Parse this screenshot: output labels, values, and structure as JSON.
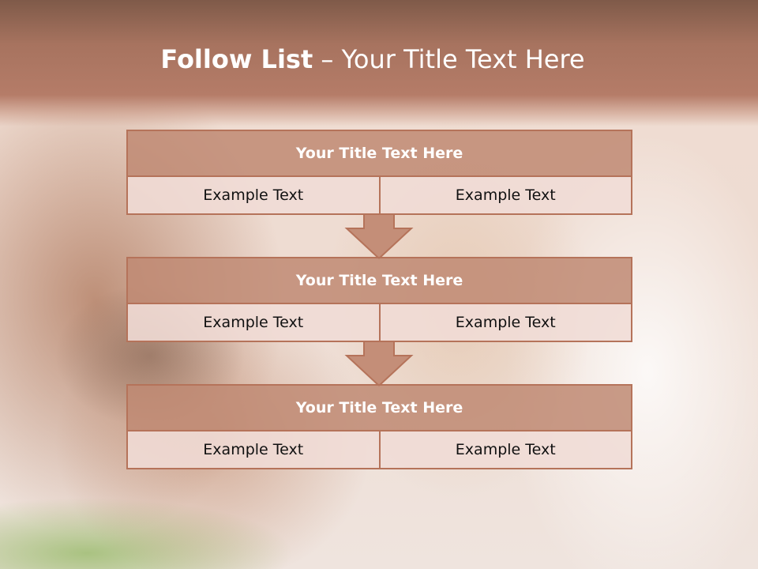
{
  "slide": {
    "title_bold": "Follow List",
    "title_rest": "– Your Title Text Here"
  },
  "steps": [
    {
      "title": "Your Title Text Here",
      "left": "Example Text",
      "right": "Example Text"
    },
    {
      "title": "Your Title Text Here",
      "left": "Example Text",
      "right": "Example Text"
    },
    {
      "title": "Your Title Text Here",
      "left": "Example Text",
      "right": "Example Text"
    }
  ],
  "colors": {
    "header_band": "#a7735f",
    "box_border": "#b5735a",
    "box_header_fill": "#c08a73",
    "box_cell_fill": "#f0dcd6",
    "arrow_fill": "#c48e78"
  },
  "icons": {
    "connector": "down-arrow-icon"
  }
}
